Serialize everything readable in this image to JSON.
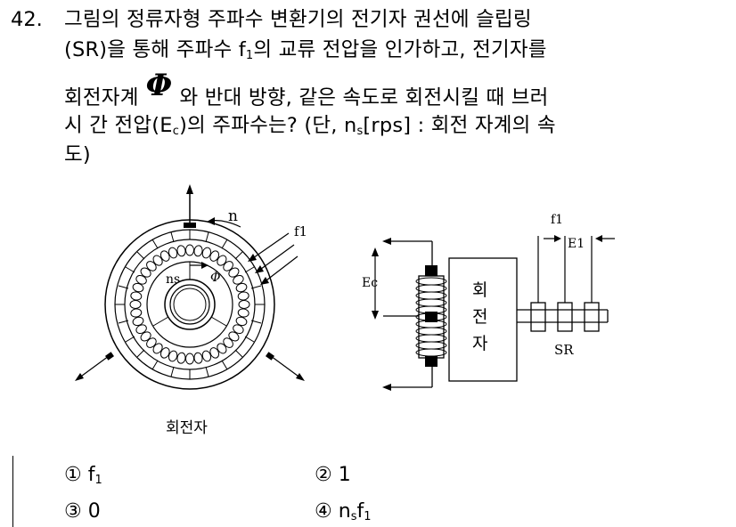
{
  "question": {
    "number": "42.",
    "line1": "그림의 정류자형 주파수 변환기의 전기자 권선에 슬립링",
    "line2_pre": "(SR)을 통해 주파수 f",
    "line2_sub": "1",
    "line2_post": "의 교류 전압을 인가하고, 전기자를",
    "line3_pre": "회전자계",
    "line3_symbol": "Φ",
    "line3_post": "와 반대 방향, 같은 속도로 회전시킬 때 브러",
    "line4_pre": "시 간 전압(E",
    "line4_sub": "c",
    "line4_mid": ")의 주파수는? (단, n",
    "line4_sub2": "s",
    "line4_post": "[rps] : 회전 자계의 속",
    "line5": "도)"
  },
  "figure": {
    "left_labels": {
      "n": "n",
      "f1": "f1",
      "ns": "ns",
      "phi": "Φ",
      "caption": "회전자"
    },
    "right_labels": {
      "ec": "Ec",
      "rotor_1": "회",
      "rotor_2": "전",
      "rotor_3": "자",
      "f1": "f1",
      "e1": "E1",
      "sr": "SR"
    }
  },
  "options": [
    {
      "mark": "①",
      "text": "f",
      "sub": "1",
      "post": ""
    },
    {
      "mark": "②",
      "text": "1",
      "sub": "",
      "post": ""
    },
    {
      "mark": "③",
      "text": "0",
      "sub": "",
      "post": ""
    },
    {
      "mark": "④",
      "text": "n",
      "sub": "s",
      "post": "f",
      "sub2": "1"
    }
  ]
}
